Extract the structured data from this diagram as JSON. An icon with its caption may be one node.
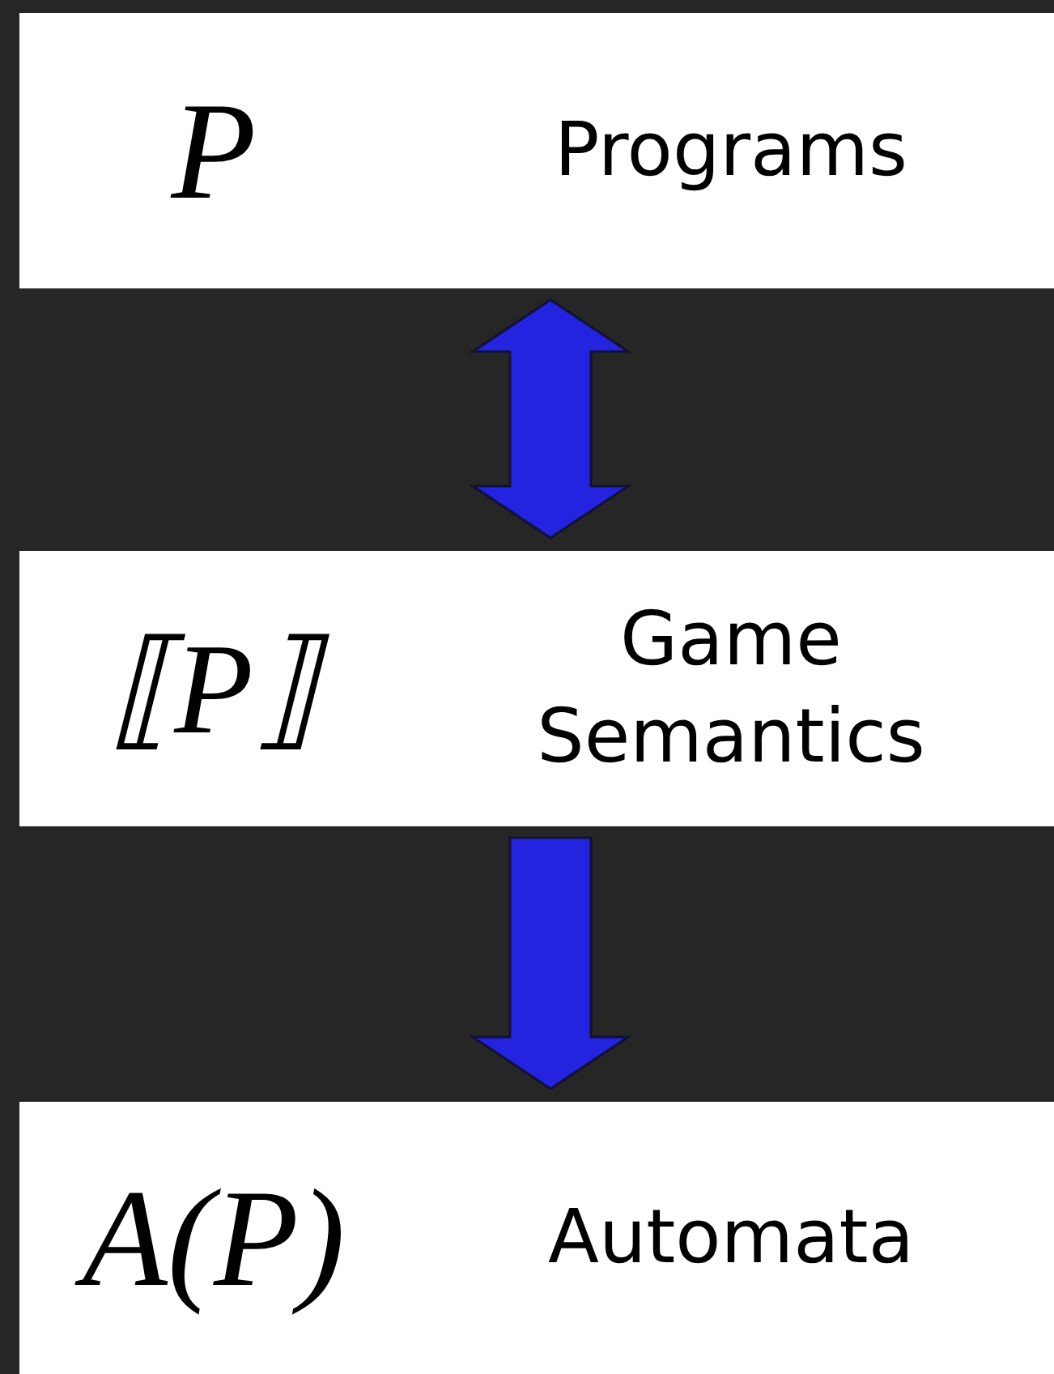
{
  "diagram": {
    "nodes": [
      {
        "text": [
          "P",
          "Programs"
        ]
      },
      {
        "text": [
          "⟦P⟧",
          "Game Semantics"
        ]
      },
      {
        "text": [
          "A(P)",
          "Automata"
        ]
      }
    ],
    "edges": [
      {
        "from": 0,
        "to": 1,
        "arrow": "both"
      },
      {
        "from": 1,
        "to": 2,
        "arrow": "to"
      }
    ]
  }
}
